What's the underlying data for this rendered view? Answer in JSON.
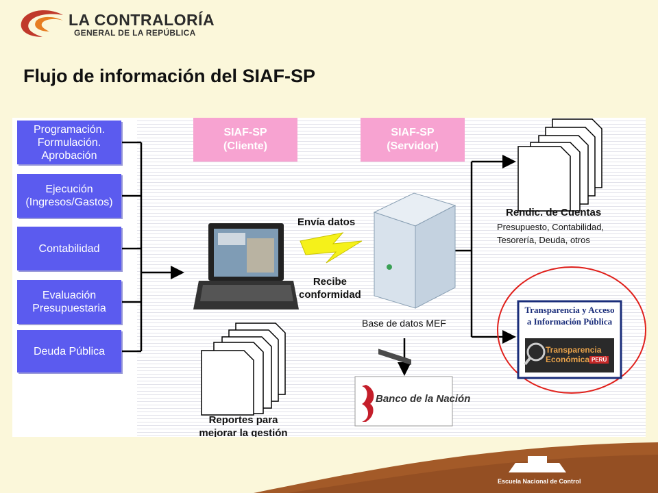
{
  "header": {
    "logo_title": "LA CONTRALORÍA",
    "logo_subtitle": "GENERAL DE LA REPÚBLICA",
    "page_title": "Flujo de información del SIAF-SP"
  },
  "left_boxes": [
    {
      "label": "Programación.\nFormulación.\nAprobación"
    },
    {
      "label": "Ejecución\n(Ingresos/Gastos)"
    },
    {
      "label": "Contabilidad"
    },
    {
      "label": "Evaluación\nPresupuestaria"
    },
    {
      "label": "Deuda Pública"
    }
  ],
  "client_box": "SIAF-SP\n(Cliente)",
  "server_box": "SIAF-SP\n(Servidor)",
  "labels": {
    "send_data": "Envía datos",
    "receive": "Recibe\nconformidad",
    "database": "Base de datos MEF",
    "rendic_title": "Rendic. de Cuentas",
    "rendic_detail": "Presupuesto, Contabilidad,\nTesorería, Deuda,  otros",
    "reports": "Reportes para\nmejorar la gestión",
    "transparency_title": "Transparencia y Acceso\na Información Pública",
    "transparency_logo": "Transparencia\nEconómica",
    "transparency_badge": "PERÚ",
    "bank": "Banco de la Nación",
    "footer": "Escuela Nacional de Control"
  },
  "colors": {
    "background": "#fbf7da",
    "blue_box": "#5b5bef",
    "pink_box": "#f7a3d1",
    "logo_red": "#c0392b",
    "footer_brown": "#9c5a2a"
  }
}
